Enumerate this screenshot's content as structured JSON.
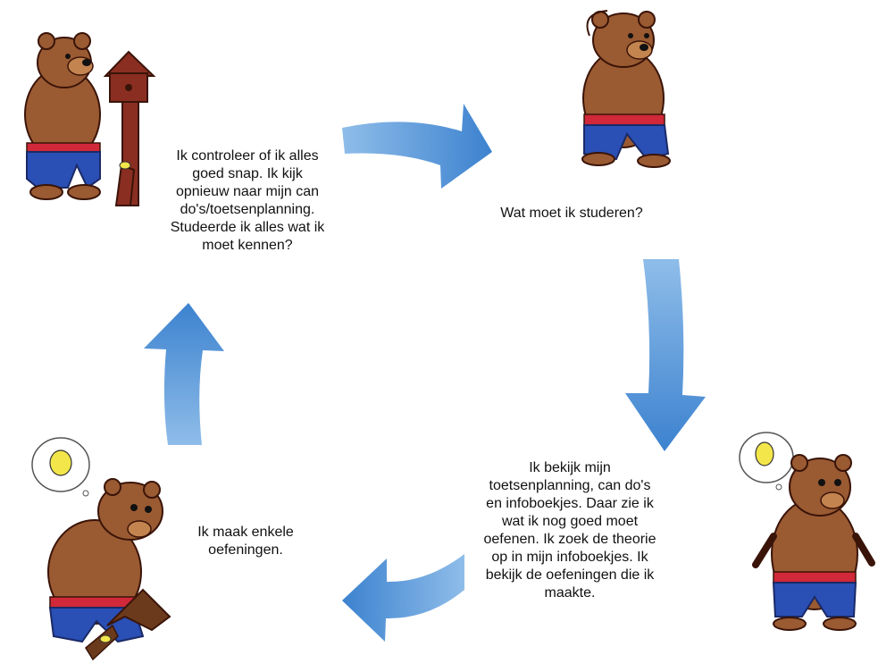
{
  "steps": {
    "check": {
      "lines": [
        "Ik controleer of ik alles",
        "goed snap. Ik kijk",
        "opnieuw naar mijn can",
        "do's/toetsenplanning.",
        "Studeerde ik alles wat ik",
        "moet kennen?"
      ]
    },
    "what": {
      "lines": [
        "Wat moet ik studeren?"
      ]
    },
    "look": {
      "lines": [
        "Ik bekijk mijn",
        "toetsenplanning, can do's",
        "en infoboekjes. Daar zie ik",
        "wat ik nog goed moet",
        "oefenen. Ik zoek de theorie",
        "op in mijn infoboekjes. Ik",
        "bekijk de oefeningen die ik",
        "maakte."
      ]
    },
    "exercise": {
      "lines": [
        "Ik maak enkele",
        "oefeningen."
      ]
    }
  },
  "colors": {
    "arrow_light": "#7fb3e6",
    "arrow_dark": "#3f86d1",
    "bear_fur": "#9a5a32",
    "bear_dark": "#6b3a1c",
    "pants": "#2a4fb5",
    "belt": "#d1283a",
    "bulb": "#f3e64a",
    "birdhouse": "#8a2e22"
  },
  "icons": [
    "bear-birdhouse-illustration",
    "bear-thinking-illustration",
    "bear-lightbulb-illustration",
    "bear-building-illustration"
  ]
}
